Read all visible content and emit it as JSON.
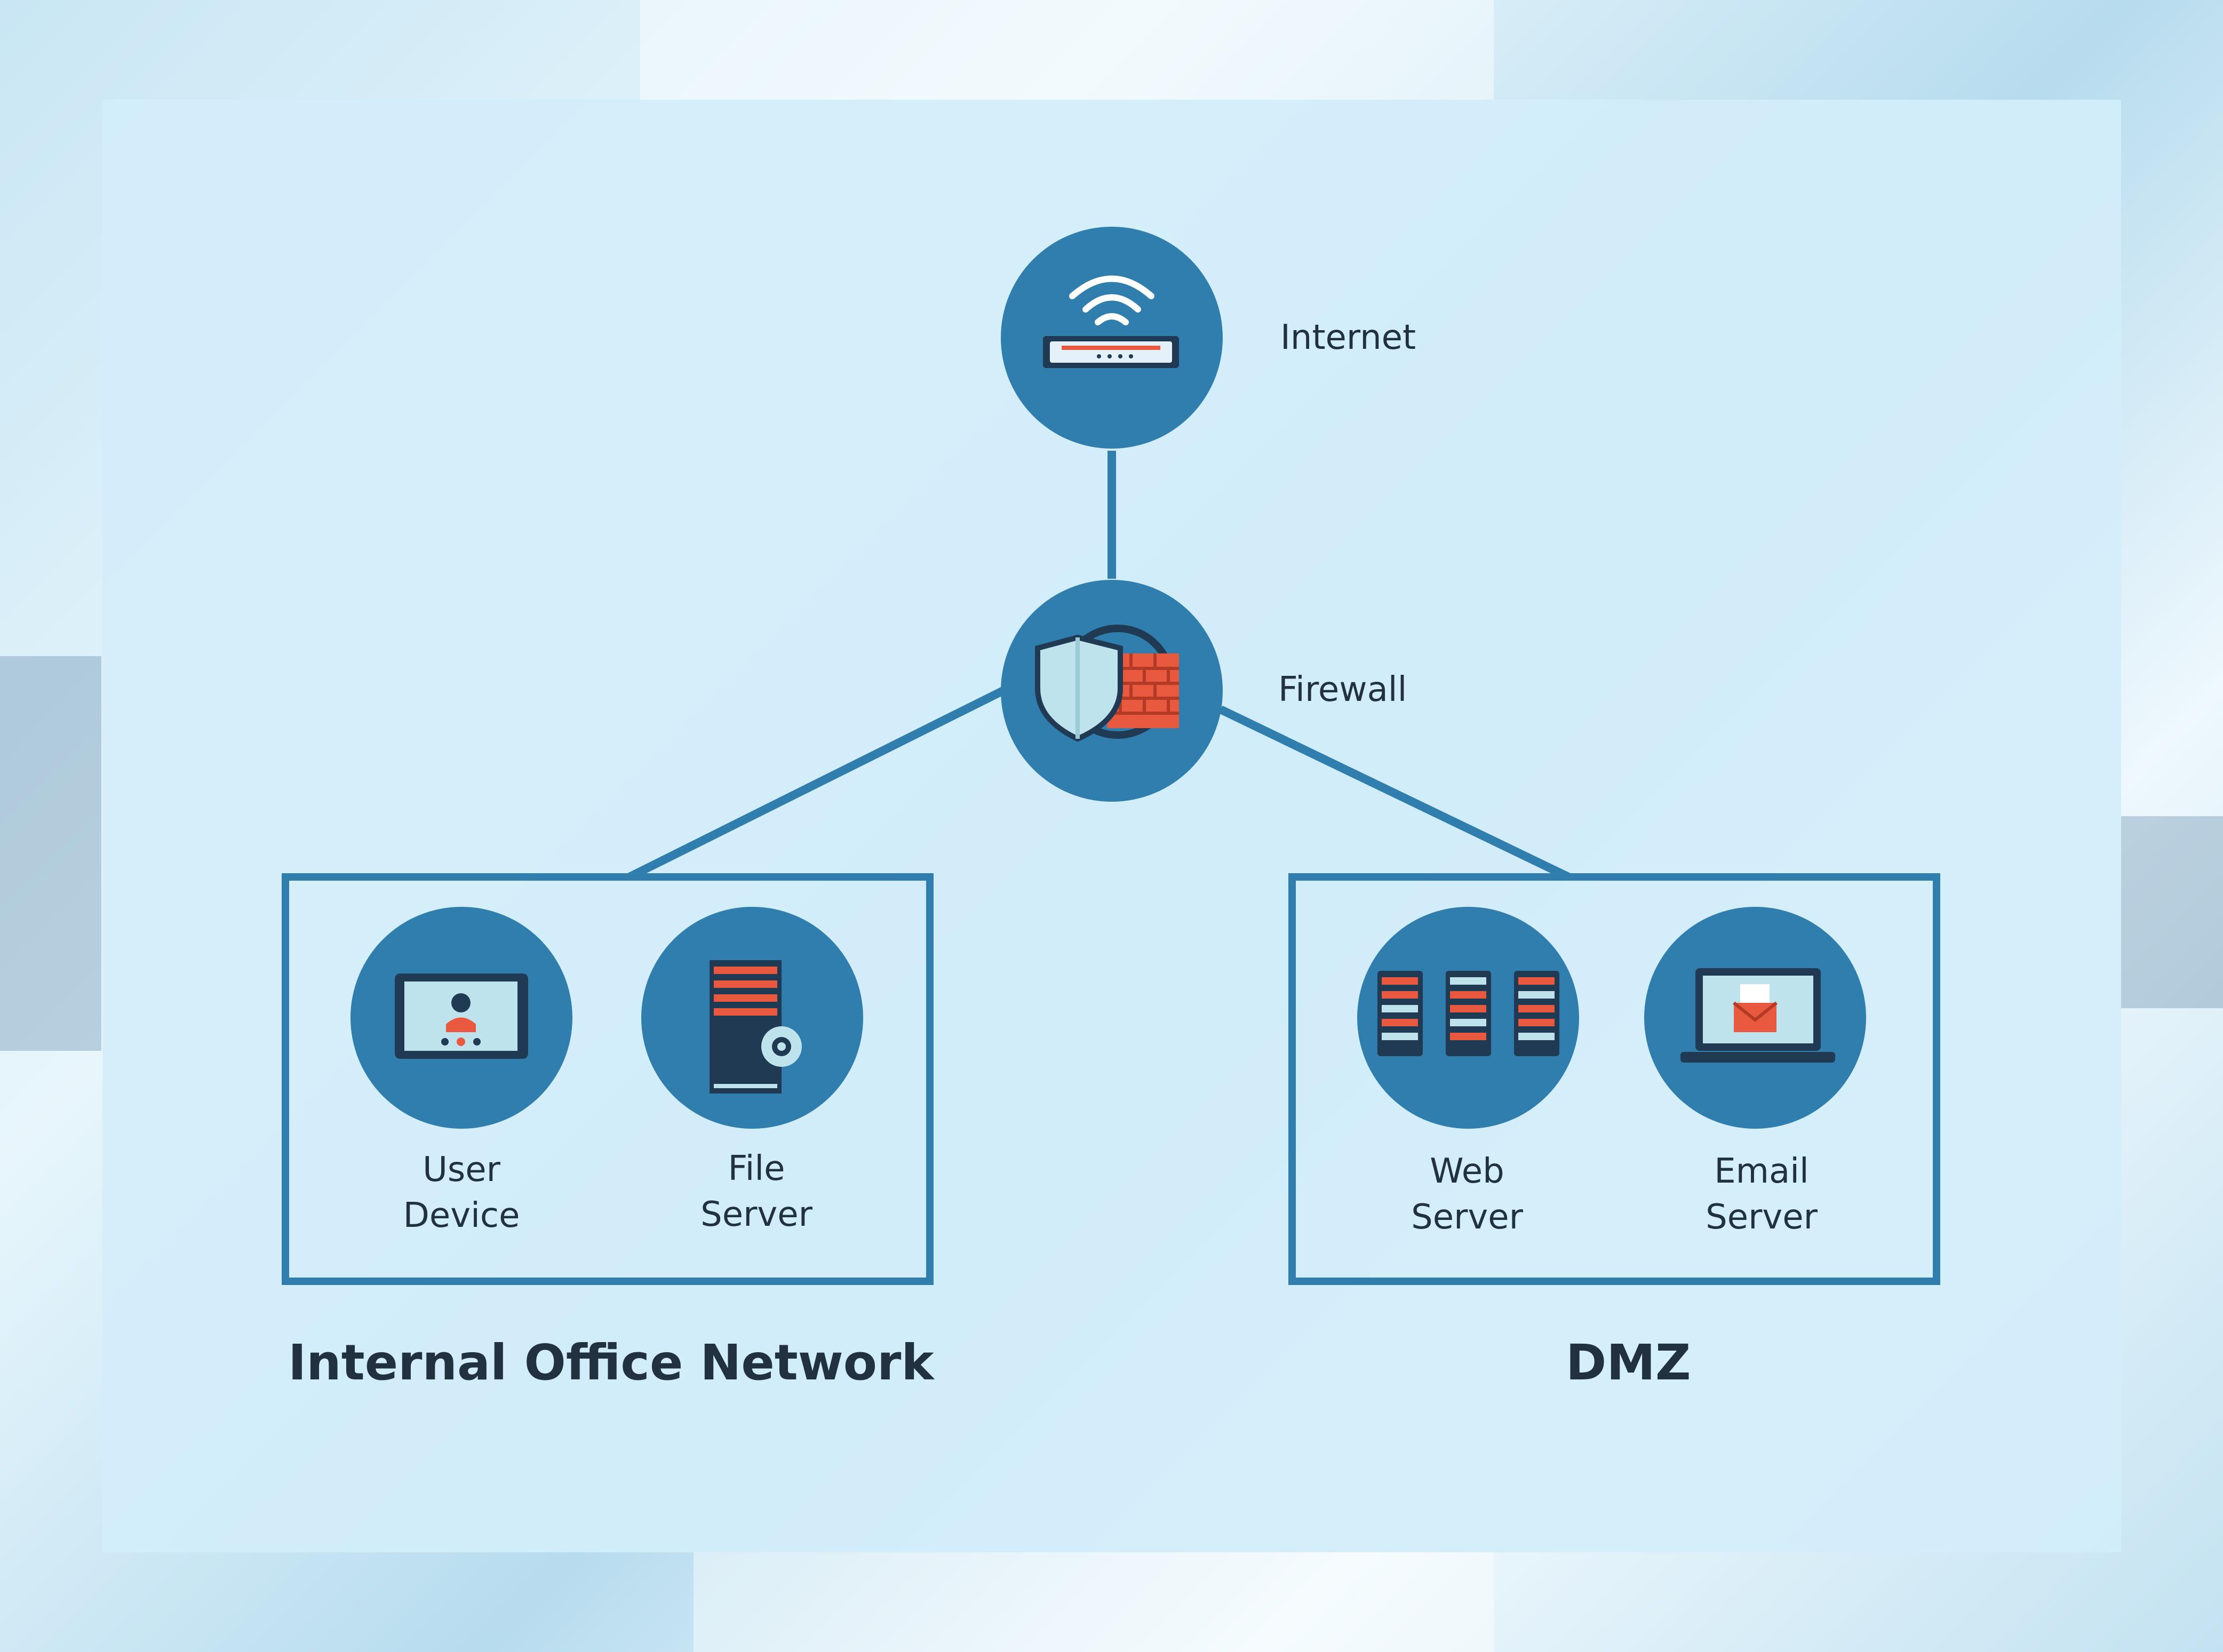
{
  "colors": {
    "node_fill": "#2f7ead",
    "connector": "#2f7ead",
    "group_border": "#2f7ead",
    "panel": "#d2eefa",
    "text": "#22313f",
    "accent_red": "#e9593f"
  },
  "nodes": {
    "internet": {
      "label": "Internet",
      "icon": "router-wifi-icon"
    },
    "firewall": {
      "label": "Firewall",
      "icon": "firewall-shield-icon"
    },
    "user_device": {
      "label": "User\nDevice",
      "icon": "tablet-video-call-icon"
    },
    "file_server": {
      "label": "File\nServer",
      "icon": "server-gear-icon"
    },
    "web_server": {
      "label": "Web\nServer",
      "icon": "server-racks-icon"
    },
    "email_server": {
      "label": "Email\nServer",
      "icon": "laptop-email-icon"
    }
  },
  "groups": {
    "internal": {
      "label": "Internal Office Network"
    },
    "dmz": {
      "label": "DMZ"
    }
  }
}
